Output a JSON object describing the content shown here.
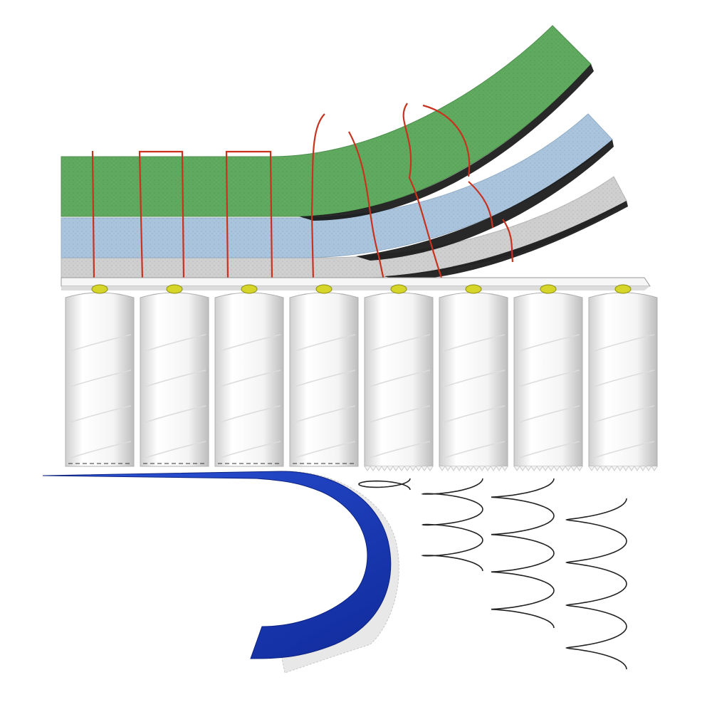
{
  "diagram": {
    "layers": [
      {
        "id": "green-foam",
        "color": "#5faa5f"
      },
      {
        "id": "blue-foam",
        "color": "#a9c4dc"
      },
      {
        "id": "grey-foam",
        "color": "#cfcfcf"
      }
    ],
    "pocket_springs": {
      "count": 8,
      "fabric_color": "#f3f3f3"
    },
    "base_layer": {
      "color": "#1c3fb8"
    },
    "stitching": {
      "color": "#c8321e"
    },
    "accent": {
      "foam_plug_color": "#d6d62a"
    }
  }
}
